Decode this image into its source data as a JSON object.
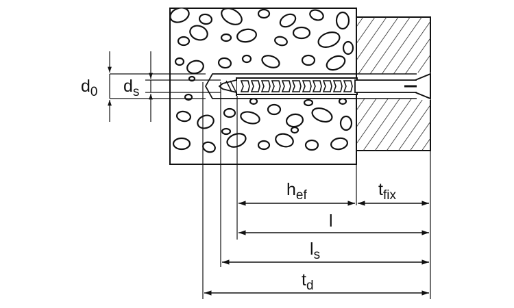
{
  "labels": {
    "d0": {
      "main": "d",
      "sub": "0"
    },
    "ds": {
      "main": "d",
      "sub": "s"
    },
    "hef": {
      "main": "h",
      "sub": "ef"
    },
    "tfix": {
      "main": "t",
      "sub": "fix"
    },
    "l": {
      "main": "l"
    },
    "ls": {
      "main": "l",
      "sub": "s"
    },
    "td": {
      "main": "t",
      "sub": "d"
    }
  },
  "colors": {
    "line": "#111111",
    "concrete": "#ffffff",
    "hatch": "#111111"
  }
}
